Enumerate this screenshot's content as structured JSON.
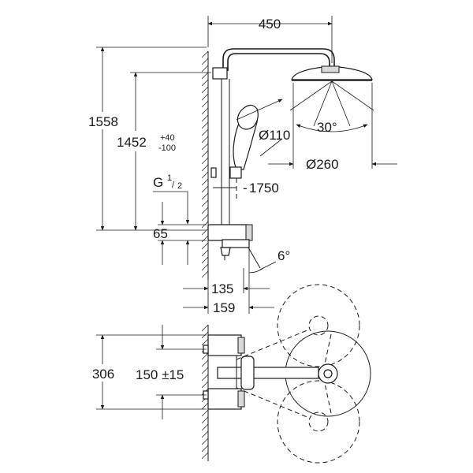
{
  "dimensions": {
    "arm_length": "450",
    "total_height": "1558",
    "rail_height": "1452",
    "rail_tol_plus": "+40",
    "rail_tol_minus": "-100",
    "hand_shower_dia": "Ø110",
    "head_shower_dia": "Ø260",
    "tilt_angle": "30°",
    "hose_length": "1750",
    "thread_g": "G",
    "thread_num": "1",
    "thread_den": "2",
    "inlet_height": "65",
    "spout_angle": "6°",
    "depth_135": "135",
    "depth_159": "159",
    "plan_width": "306",
    "inlet_spacing": "150 ±15"
  },
  "colors": {
    "line": "#1a1a1a",
    "panel": "#d9d9d9",
    "background": "#ffffff"
  }
}
